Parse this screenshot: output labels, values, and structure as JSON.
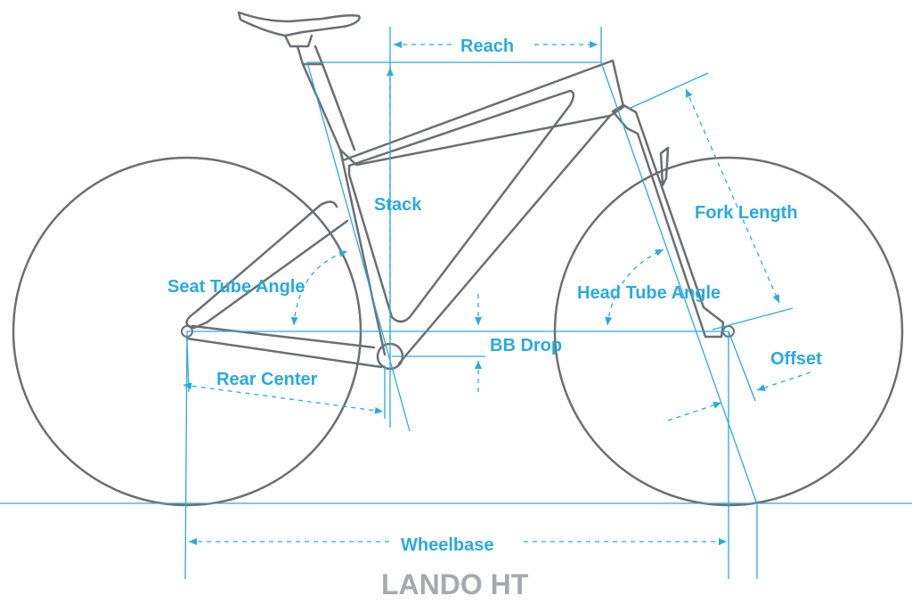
{
  "title": "LANDO HT",
  "labels": {
    "reach": "Reach",
    "stack": "Stack",
    "fork_length": "Fork Length",
    "seat_tube_angle": "Seat Tube Angle",
    "head_tube_angle": "Head Tube Angle",
    "bb_drop": "BB Drop",
    "offset": "Offset",
    "rear_center": "Rear Center",
    "wheelbase": "Wheelbase"
  },
  "colors": {
    "frame": "#6d6e71",
    "measure": "#29aae1",
    "title": "#a7a9ac"
  }
}
